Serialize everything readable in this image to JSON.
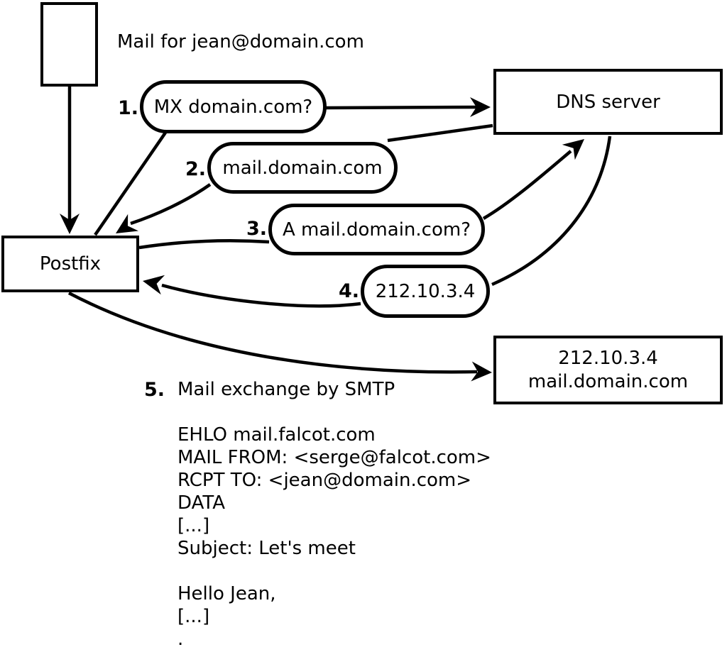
{
  "diagram": {
    "title": "Mail for jean@domain.com",
    "postfix_label": "Postfix",
    "dns_label": "DNS server",
    "destination": {
      "line1": "212.10.3.4",
      "line2": "mail.domain.com"
    },
    "steps": [
      {
        "num": "1.",
        "label": "MX domain.com?"
      },
      {
        "num": "2.",
        "label": "mail.domain.com"
      },
      {
        "num": "3.",
        "label": "A mail.domain.com?"
      },
      {
        "num": "4.",
        "label": "212.10.3.4"
      },
      {
        "num": "5.",
        "label": "Mail exchange by SMTP"
      }
    ],
    "smtp_session": [
      "EHLO mail.falcot.com",
      "MAIL FROM: <serge@falcot.com>",
      "RCPT TO: <jean@domain.com>",
      "DATA",
      "[...]",
      "Subject: Let's meet",
      "",
      "Hello Jean,",
      "[...]",
      "."
    ],
    "colors": {
      "foreground": "#000000",
      "background": "#ffffff"
    }
  }
}
